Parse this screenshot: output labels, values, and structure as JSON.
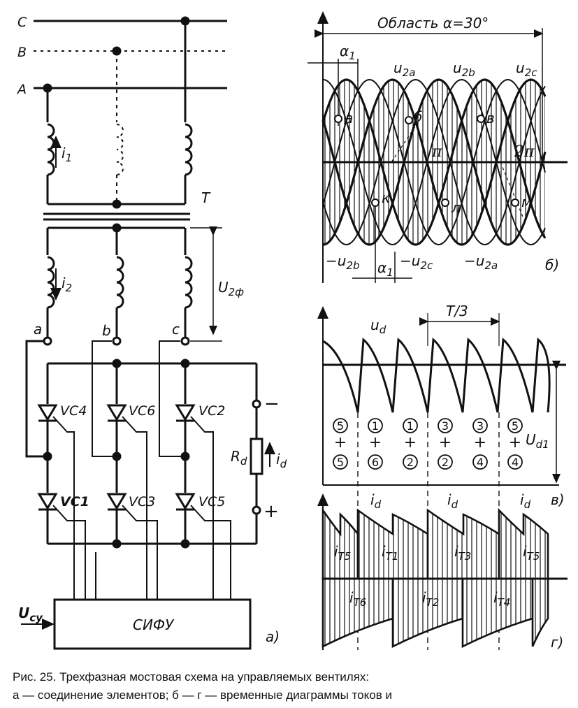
{
  "schematic": {
    "phase_c": "C",
    "phase_b": "B",
    "phase_a": "A",
    "i1": "i",
    "i1_sub": "1",
    "i2": "i",
    "i2_sub": "2",
    "transformer": "T",
    "u2f": "U",
    "u2f_sub": "2ф",
    "node_a": "a",
    "node_b": "b",
    "node_c": "c",
    "vc4": "VC4",
    "vc6": "VC6",
    "vc2": "VC2",
    "vc1": "VC1",
    "vc3": "VC3",
    "vc5": "VC5",
    "rd": "R",
    "rd_sub": "d",
    "id": "i",
    "id_sub": "d",
    "minus": "−",
    "plus": "+",
    "ucu": "U",
    "ucu_sub": "су",
    "sifu": "СИФУ",
    "panel_label": "a)"
  },
  "diagram_b": {
    "region": "Область α=30°",
    "alpha1": "α",
    "alpha1_sub": "1",
    "u2a": "u",
    "u2a_sub": "2a",
    "u2b": "u",
    "u2b_sub": "2b",
    "u2c": "u",
    "u2c_sub": "2c",
    "pt_a": "a",
    "pt_b": "б",
    "pt_v": "в",
    "pi": "π",
    "two_pi": "2π",
    "pt_k": "к",
    "pt_l": "л",
    "pt_m": "м",
    "neg_u2b": "−u",
    "neg_u2b_sub": "2b",
    "neg_u2c": "−u",
    "neg_u2c_sub": "2c",
    "neg_u2a": "−u",
    "neg_u2a_sub": "2a",
    "alpha1_low": "α",
    "alpha1_low_sub": "1",
    "panel_label": "б)"
  },
  "diagram_v": {
    "period": "T/3",
    "ud": "u",
    "ud_sub": "d",
    "ud1": "U",
    "ud1_sub": "d1",
    "pairs": [
      {
        "top": "5",
        "bot": "5"
      },
      {
        "top": "1",
        "bot": "6"
      },
      {
        "top": "1",
        "bot": "2"
      },
      {
        "top": "3",
        "bot": "2"
      },
      {
        "top": "3",
        "bot": "4"
      },
      {
        "top": "5",
        "bot": "4"
      }
    ],
    "plus": "+",
    "panel_label": "в)"
  },
  "diagram_g": {
    "id1": "i",
    "id1_sub": "d",
    "id2": "i",
    "id2_sub": "d",
    "id3": "i",
    "id3_sub": "d",
    "it5a": "i",
    "it5a_sub": "T5",
    "it1": "i",
    "it1_sub": "T1",
    "it3": "i",
    "it3_sub": "T3",
    "it5b": "i",
    "it5b_sub": "T5",
    "it6": "i",
    "it6_sub": "T6",
    "it2": "i",
    "it2_sub": "T2",
    "it4": "i",
    "it4_sub": "T4",
    "panel_label": "г)"
  },
  "caption": {
    "line1": "Рис. 25. Трехфазная мостовая схема на управляемых вентилях:",
    "line2": "а — соединение элементов;    б — г — временные диаграммы токов и"
  }
}
